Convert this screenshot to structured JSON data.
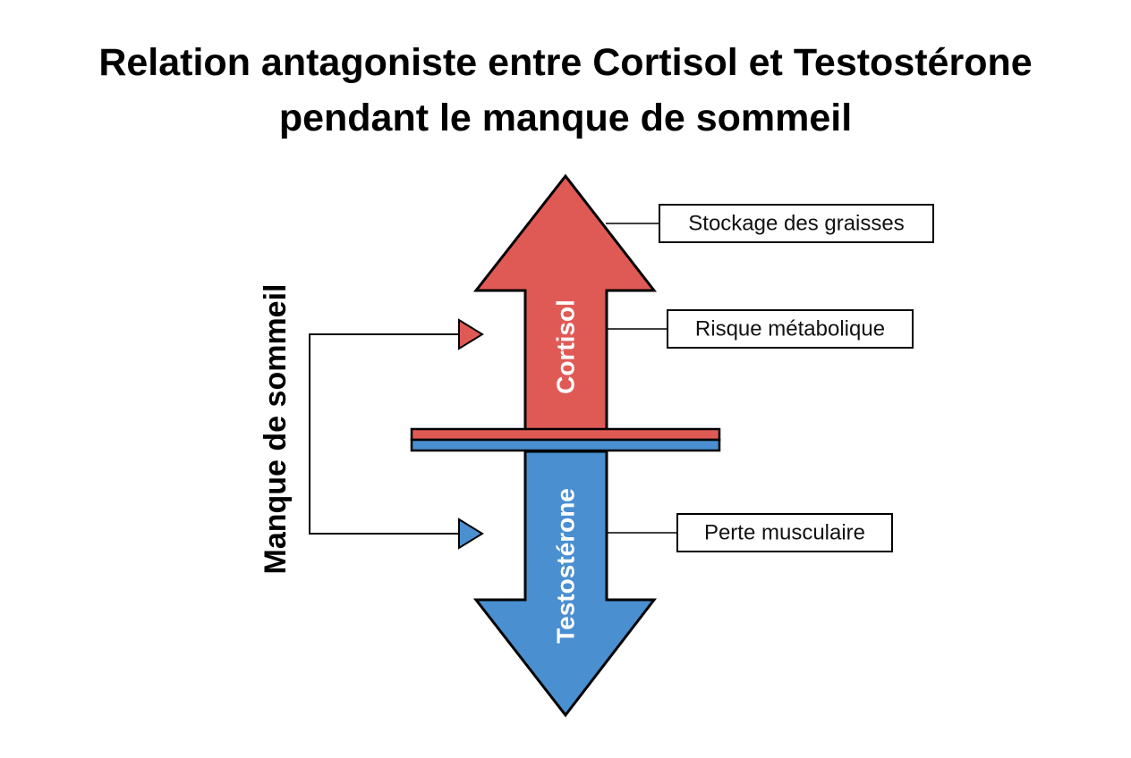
{
  "title": {
    "line1": "Relation antagoniste entre Cortisol et Testostérone",
    "line2": "pendant le manque de sommeil"
  },
  "side_label": "Manque de sommeil",
  "arrows": {
    "up": {
      "label": "Cortisol",
      "color": "#e05a55"
    },
    "down": {
      "label": "Testostérone",
      "color": "#4a8fd0"
    }
  },
  "effects": {
    "fat_storage": "Stockage des graisses",
    "metabolic_risk": "Risque métabolique",
    "muscle_loss": "Perte musculaire"
  },
  "colors": {
    "outline": "#000000",
    "background": "#ffffff"
  }
}
